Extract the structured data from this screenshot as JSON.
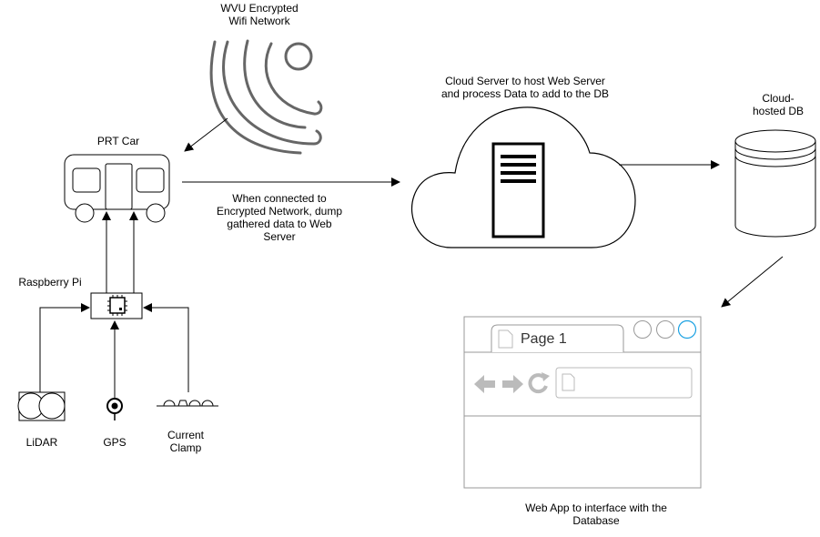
{
  "labels": {
    "wifi_network": "WVU Encrypted\nWifi Network",
    "prt_car": "PRT Car",
    "cloud_server": "Cloud Server to host Web Server\nand process Data to add to the DB",
    "cloud_db": "Cloud-\nhosted DB",
    "dump_note": "When connected to\nEncrypted Network, dump\ngathered data to Web\nServer",
    "raspberry_pi": "Raspberry Pi",
    "lidar": "LiDAR",
    "gps": "GPS",
    "current_clamp": "Current\nClamp",
    "web_app": "Web App to interface with the\nDatabase"
  },
  "browser": {
    "tab_label": "Page 1"
  },
  "icons": {
    "wifi": "wifi-icon",
    "car": "car-icon",
    "cloud": "cloud-icon",
    "server": "server-icon",
    "database": "database-icon",
    "chip": "chip-icon",
    "lidar": "lidar-icon",
    "gps": "gps-icon",
    "clamp": "clamp-icon",
    "browser": "browser-window-icon"
  },
  "colors": {
    "stroke": "#000000",
    "wifi_stroke": "#666666",
    "browser_chrome": "#999999",
    "browser_nav": "#bbbbbb",
    "browser_button_accent": "#1ba1e2"
  }
}
